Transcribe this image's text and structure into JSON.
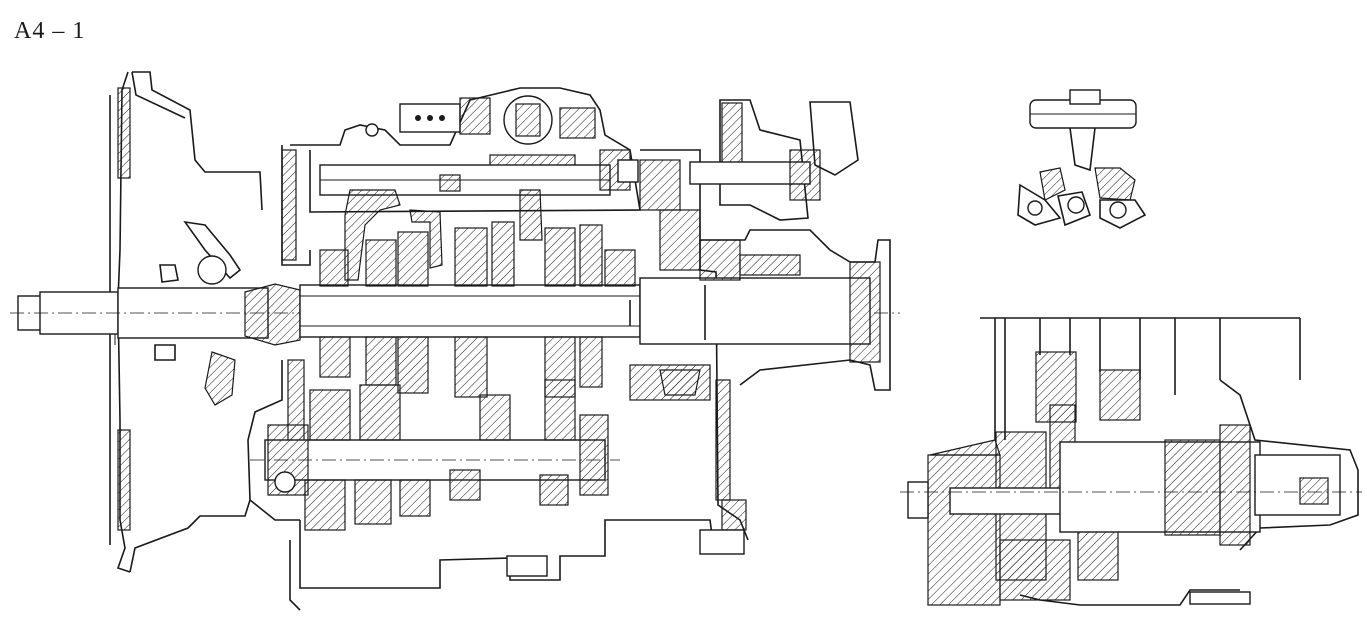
{
  "figure": {
    "label": "A4 – 1"
  },
  "views": [
    {
      "id": "main-section",
      "description_icon": "gearbox-cross-section"
    },
    {
      "id": "shift-detail",
      "description_icon": "shift-fork-detail"
    },
    {
      "id": "output-detail",
      "description_icon": "output-shaft-detail"
    }
  ],
  "colors": {
    "ink": "#1a1a1a",
    "paper": "#ffffff"
  }
}
